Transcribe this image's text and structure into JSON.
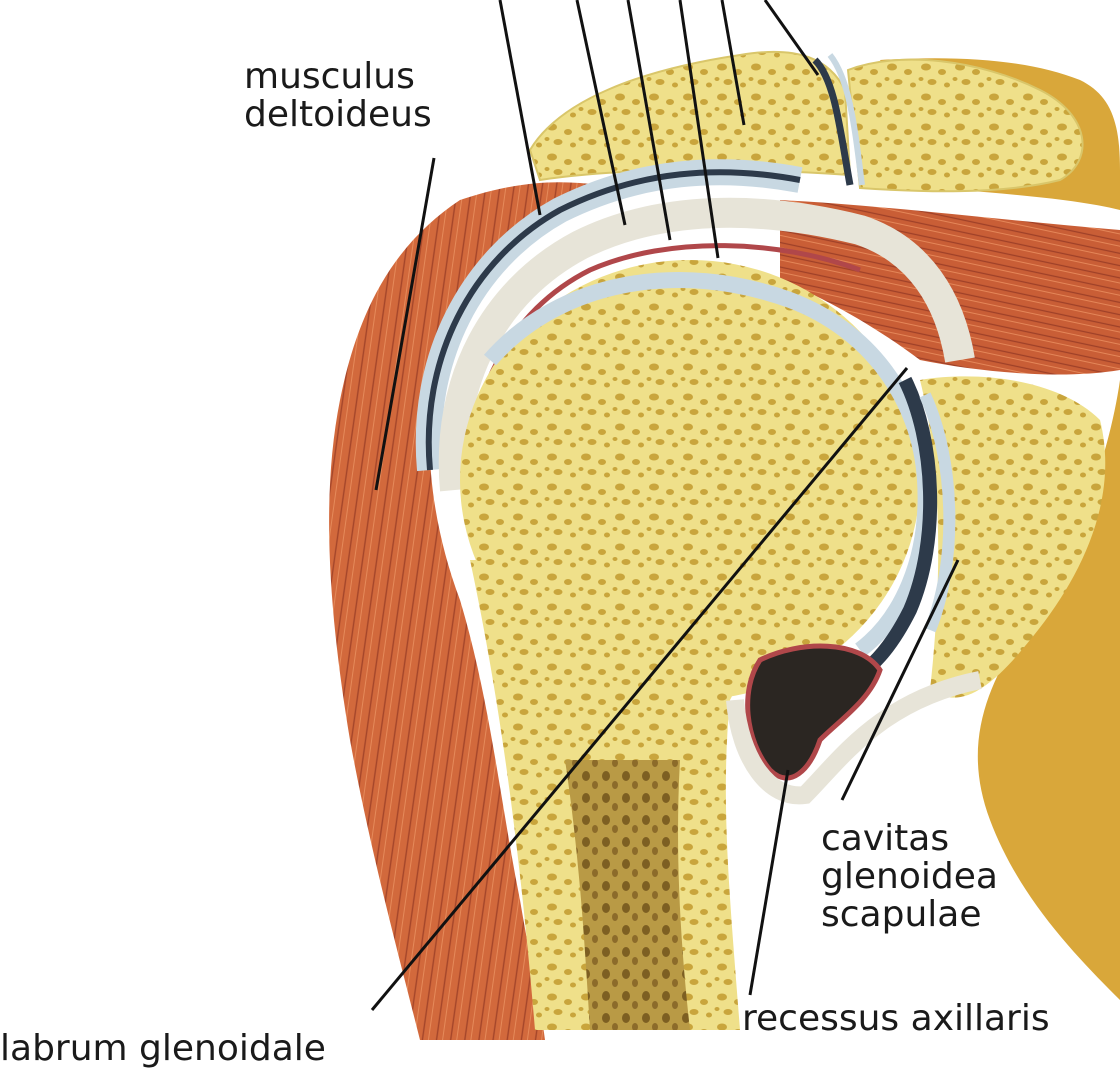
{
  "figure": {
    "colors": {
      "background": "#ffffff",
      "bone_fill": "#efe08a",
      "bone_pore": "#c9a53c",
      "cartilage": "#c8d8e2",
      "capsule_dark": "#2d3a4a",
      "muscle": "#d2693c",
      "muscle_dark": "#a4452a",
      "synovial_red": "#b0474a",
      "marrow": "#8a6d2c",
      "scapula_gold": "#d9a73a",
      "leader_line": "#111111"
    }
  },
  "labels": {
    "deltoid_line1": "musculus",
    "deltoid_line2": "deltoideus",
    "cavitas_line1": "cavitas",
    "cavitas_line2": "glenoidea",
    "cavitas_line3": "scapulae",
    "labrum": "labrum glenoidale",
    "recessus": "recessus axillaris"
  }
}
